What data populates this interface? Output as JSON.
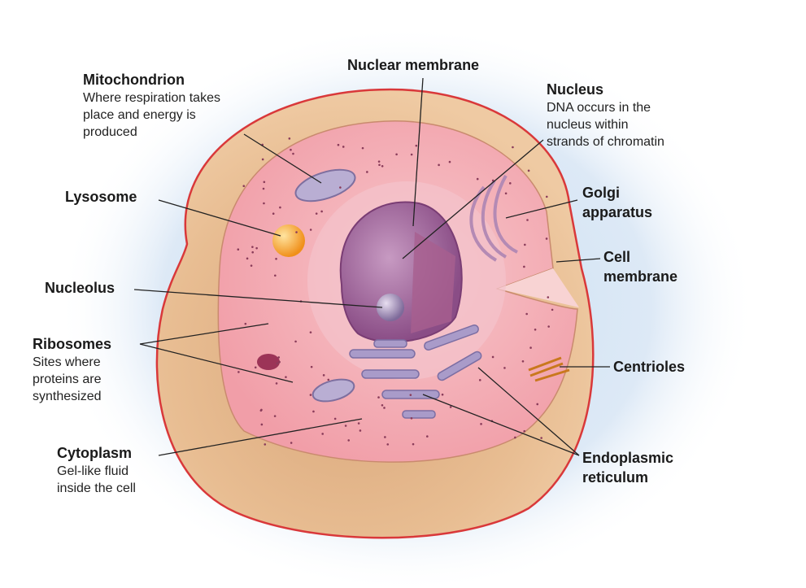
{
  "labels": {
    "mitochondrion": {
      "title": "Mitochondrion",
      "desc": [
        "Where respiration takes",
        "place and energy is",
        "produced"
      ]
    },
    "nuclear_membrane": {
      "title": "Nuclear membrane"
    },
    "nucleus": {
      "title": "Nucleus",
      "desc": [
        "DNA occurs in the",
        "nucleus within",
        "strands of chromatin"
      ]
    },
    "lysosome": {
      "title": "Lysosome"
    },
    "golgi": {
      "title": [
        "Golgi",
        "apparatus"
      ]
    },
    "cell_membrane": {
      "title": [
        "Cell",
        "membrane"
      ]
    },
    "nucleolus": {
      "title": "Nucleolus"
    },
    "ribosomes": {
      "title": "Ribosomes",
      "desc": [
        "Sites where",
        "proteins are",
        "synthesized"
      ]
    },
    "centrioles": {
      "title": "Centrioles"
    },
    "cytoplasm": {
      "title": "Cytoplasm",
      "desc": [
        "Gel-like fluid",
        "inside the cell"
      ]
    },
    "er": {
      "title": [
        "Endoplasmic",
        "reticulum"
      ]
    }
  },
  "colors": {
    "cell_body": "#e6b98c",
    "cytoplasm": "#f4b8bc",
    "membrane": "#d9383a",
    "nucleus": "#8e4f86",
    "organelle": "#a79ac4",
    "lysosome": "#f29a1e",
    "background_glow": "#c9dff1"
  }
}
